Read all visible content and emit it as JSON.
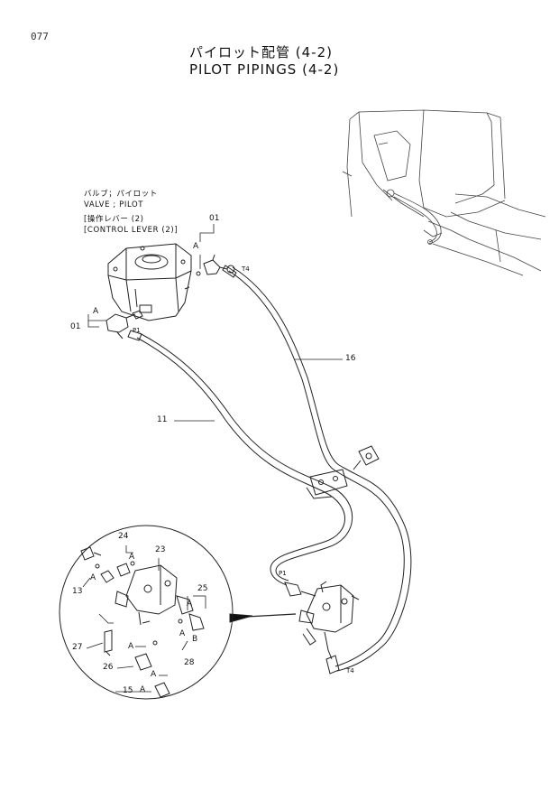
{
  "page": {
    "number": "077"
  },
  "title": {
    "japanese": "パイロット配管 (4-2)",
    "english": "PILOT PIPINGS (4-2)"
  },
  "valve_label": {
    "jp_line": "バルブ；パイロット",
    "en_line": "VALVE ; PILOT",
    "jp_sub": "[操作レバー (2)",
    "en_sub": "[CONTROL LEVER (2)]"
  },
  "callouts": {
    "c01_top": "01",
    "c01_left": "01",
    "c16": "16",
    "c11": "11",
    "c24": "24",
    "c23": "23",
    "c13": "13",
    "c25": "25",
    "c27": "27",
    "c26": "26",
    "c28": "28",
    "c15": "15",
    "a_top": "A",
    "a_left": "A",
    "a_detail_1": "A",
    "a_detail_2": "A",
    "a_detail_3": "A",
    "a_detail_4": "A",
    "a_detail_5": "A",
    "a_detail_6": "A",
    "a_detail_7": "A",
    "b_detail": "B",
    "port_t4_top": "T4",
    "port_p1_top": "P1",
    "port_p1_bottom": "P1",
    "port_t4_bottom": "T4"
  }
}
